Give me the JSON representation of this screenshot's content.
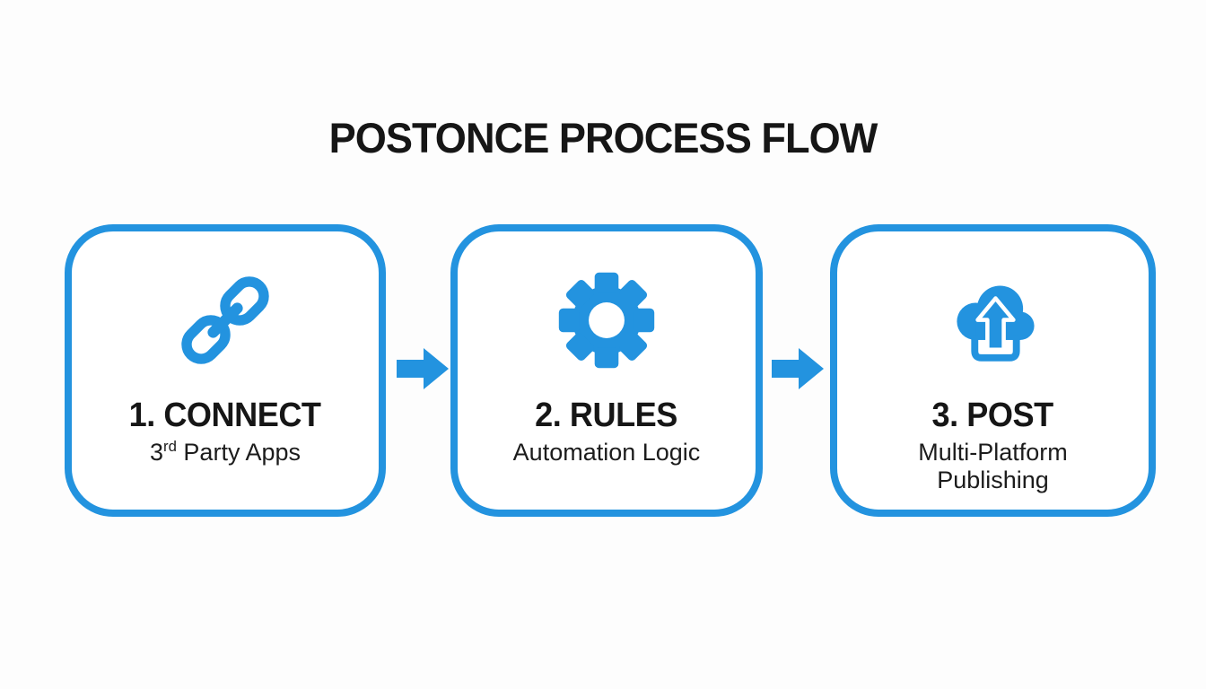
{
  "title": "POSTONCE PROCESS FLOW",
  "colors": {
    "accent": "#2393DF",
    "text_primary": "#161616",
    "card_background": "#FFFFFF",
    "page_background": "#FDFDFD"
  },
  "steps": [
    {
      "icon": "link-icon",
      "title": "1. CONNECT",
      "subtitle": {
        "base": "3",
        "superscript": "rd",
        "rest": " Party Apps"
      }
    },
    {
      "icon": "gear-icon",
      "title": "2. RULES",
      "subtitle": {
        "line1": "Automation Logic"
      }
    },
    {
      "icon": "cloud-upload-icon",
      "title": "3. POST",
      "subtitle": {
        "line1": "Multi-Platform",
        "line2": "Publishing"
      }
    }
  ],
  "connectors": [
    {
      "icon": "arrow-right-icon"
    },
    {
      "icon": "arrow-right-icon"
    }
  ]
}
